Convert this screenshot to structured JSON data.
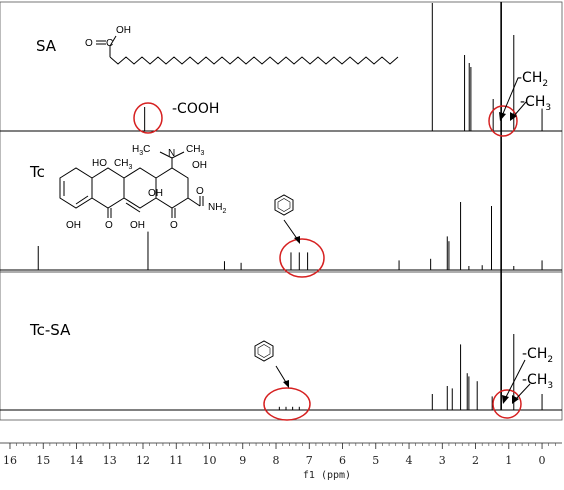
{
  "chart_data": {
    "type": "line",
    "xlabel": "f1 (ppm)",
    "xlim": [
      16.3,
      -0.6
    ],
    "x_ticks": [
      16,
      15,
      14,
      13,
      12,
      11,
      10,
      9,
      8,
      7,
      6,
      5,
      4,
      3,
      2,
      1,
      0
    ],
    "grid": false,
    "series": [
      {
        "name": "SA",
        "peaks": [
          {
            "ppm": 11.95,
            "h": 0.3
          },
          {
            "ppm": 3.3,
            "h": 1.6
          },
          {
            "ppm": 2.33,
            "h": 0.95
          },
          {
            "ppm": 2.19,
            "h": 0.85
          },
          {
            "ppm": 2.14,
            "h": 0.8
          },
          {
            "ppm": 1.47,
            "h": 0.4
          },
          {
            "ppm": 1.23,
            "h": 1.6
          },
          {
            "ppm": 0.85,
            "h": 1.2
          },
          {
            "ppm": 0.0,
            "h": 0.28
          }
        ]
      },
      {
        "name": "Tc",
        "peaks": [
          {
            "ppm": 15.15,
            "h": 0.3
          },
          {
            "ppm": 11.85,
            "h": 0.48
          },
          {
            "ppm": 9.55,
            "h": 0.11
          },
          {
            "ppm": 9.05,
            "h": 0.09
          },
          {
            "ppm": 7.55,
            "h": 0.22
          },
          {
            "ppm": 7.3,
            "h": 0.22
          },
          {
            "ppm": 7.05,
            "h": 0.22
          },
          {
            "ppm": 4.3,
            "h": 0.12
          },
          {
            "ppm": 3.35,
            "h": 0.14
          },
          {
            "ppm": 2.85,
            "h": 0.42
          },
          {
            "ppm": 2.8,
            "h": 0.36
          },
          {
            "ppm": 2.45,
            "h": 0.85
          },
          {
            "ppm": 2.2,
            "h": 0.05
          },
          {
            "ppm": 1.8,
            "h": 0.06
          },
          {
            "ppm": 1.52,
            "h": 0.8
          },
          {
            "ppm": 1.23,
            "h": 1.6
          },
          {
            "ppm": 0.85,
            "h": 0.05
          },
          {
            "ppm": 0.0,
            "h": 0.12
          }
        ]
      },
      {
        "name": "Tc-SA",
        "peaks": [
          {
            "ppm": 7.9,
            "h": 0.04
          },
          {
            "ppm": 7.7,
            "h": 0.04
          },
          {
            "ppm": 7.5,
            "h": 0.04
          },
          {
            "ppm": 7.3,
            "h": 0.04
          },
          {
            "ppm": 3.3,
            "h": 0.2
          },
          {
            "ppm": 2.85,
            "h": 0.3
          },
          {
            "ppm": 2.7,
            "h": 0.27
          },
          {
            "ppm": 2.45,
            "h": 0.82
          },
          {
            "ppm": 2.25,
            "h": 0.46
          },
          {
            "ppm": 2.2,
            "h": 0.42
          },
          {
            "ppm": 1.95,
            "h": 0.36
          },
          {
            "ppm": 1.5,
            "h": 0.17
          },
          {
            "ppm": 1.23,
            "h": 1.6
          },
          {
            "ppm": 0.85,
            "h": 0.95
          },
          {
            "ppm": 0.0,
            "h": 0.2
          }
        ]
      }
    ]
  },
  "labels": {
    "sa": "SA",
    "tc": "Tc",
    "tcsa": "Tc-SA",
    "cooh": "-COOH",
    "ch2": "-CH",
    "ch2_sub": "2",
    "ch3": "-CH",
    "ch3_sub": "3"
  },
  "structures": {
    "sa_oh": "OH",
    "sa_o": "O",
    "sa_c": "C",
    "tc_h3c": "H",
    "tc_h3c_sub": "3",
    "tc_h3c_c": "C",
    "tc_n": "N",
    "tc_ch3": "CH",
    "tc_ch3_sub": "3",
    "tc_ho": "HO",
    "tc_ch3b": "CH",
    "tc_ch3b_sub": "3",
    "tc_oh_top": "OH",
    "tc_oh_mid": "OH",
    "tc_oh_left": "OH",
    "tc_o1": "O",
    "tc_oh_bottom": "OH",
    "tc_o2": "O",
    "tc_o3": "O",
    "tc_nh2": "NH",
    "tc_nh2_sub": "2"
  }
}
